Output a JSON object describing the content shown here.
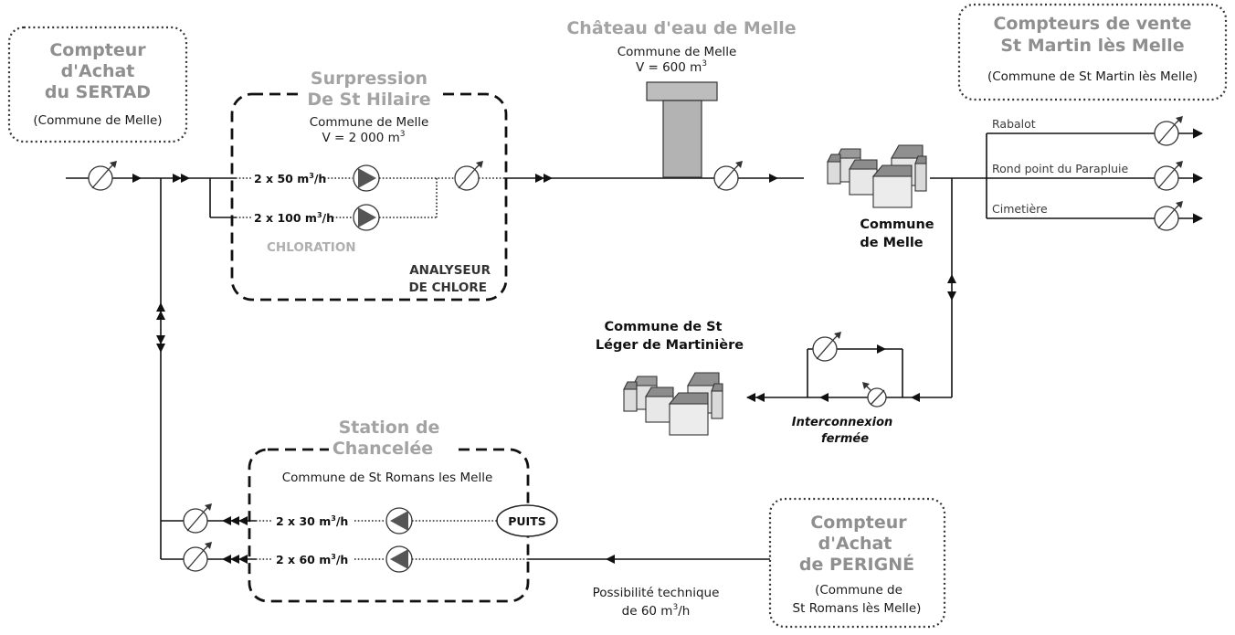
{
  "sertad": {
    "line1": "Compteur",
    "line2": "d'Achat",
    "line3": "du SERTAD",
    "sub": "(Commune de Melle)"
  },
  "surpression": {
    "title1": "Surpression",
    "title2": "De St Hilaire",
    "commune": "Commune de Melle",
    "volume": "V = 2 000 m",
    "volume_sup": "3",
    "flow1": "2 x 50 m",
    "flow1_sup": "3",
    "flow1_tail": "/h",
    "flow2": "2 x 100 m",
    "flow2_sup": "3",
    "flow2_tail": "/h",
    "chloration": "CHLORATION",
    "analyseur1": "ANALYSEUR",
    "analyseur2": "DE CHLORE"
  },
  "chateau": {
    "title": "Château d'eau de Melle",
    "commune": "Commune de Melle",
    "volume": "V = 600 m",
    "volume_sup": "3"
  },
  "vente": {
    "line1": "Compteurs de vente",
    "line2": "St Martin lès Melle",
    "sub": "(Commune de St Martin lès Melle)",
    "outputs": [
      "Rabalot",
      "Rond point du Parapluie",
      "Cimetière"
    ]
  },
  "melle": {
    "line1": "Commune",
    "line2": "de Melle"
  },
  "stleger": {
    "line1": "Commune de St",
    "line2": "Léger de Martinière"
  },
  "interconnexion": {
    "line1": "Interconnexion",
    "line2": "fermée"
  },
  "chancelee": {
    "title1": "Station de",
    "title2": "Chancelée",
    "commune": "Commune de St Romans les Melle",
    "flow1": "2 x 30 m",
    "flow1_sup": "3",
    "flow1_tail": "/h",
    "flow2": "2 x 60 m",
    "flow2_sup": "3",
    "flow2_tail": "/h",
    "puits": "PUITS"
  },
  "perigne": {
    "line1": "Compteur",
    "line2": "d'Achat",
    "line3": "de PERIGNÉ",
    "sub1": "(Commune de",
    "sub2": "St Romans lès Melle)"
  },
  "possibilite": {
    "line1": "Possibilité technique",
    "line2": "de 60 m",
    "line2_sup": "3",
    "line2_tail": "/h"
  },
  "colors": {
    "grey_title": "#a3a3a3",
    "pipe": "#111111",
    "building_fill": "#d9d9d9",
    "pump_fill": "#555555"
  }
}
